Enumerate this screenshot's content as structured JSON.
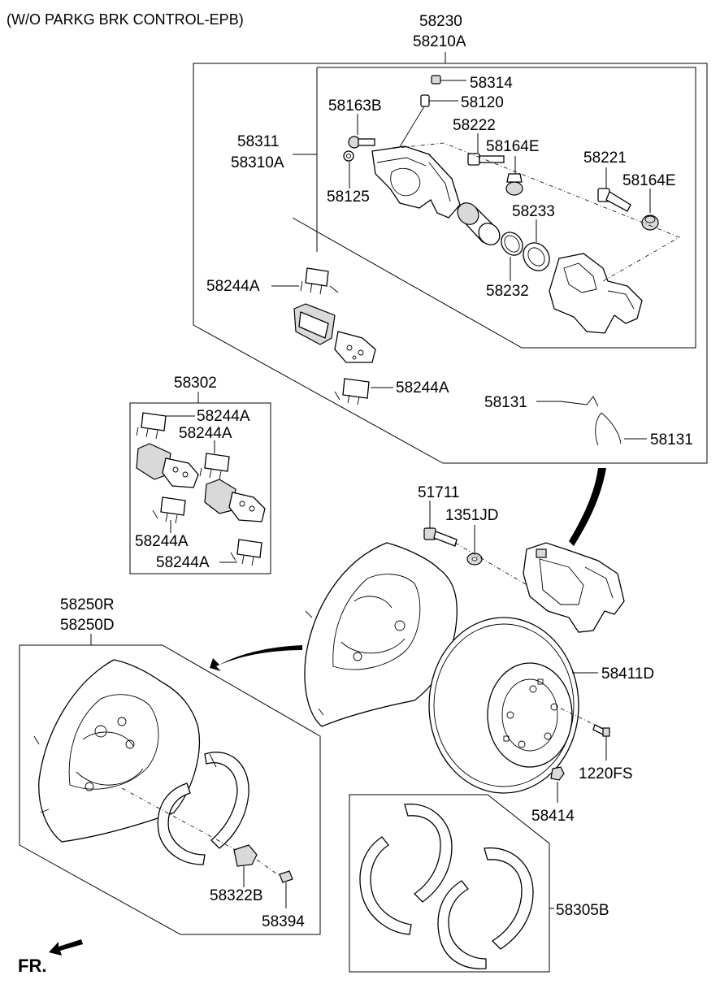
{
  "header": {
    "title": "(W/O PARKG BRK CONTROL-EPB)",
    "direction_label": "FR."
  },
  "callouts": {
    "c58230": "58230",
    "c58210A": "58210A",
    "c58314": "58314",
    "c58120": "58120",
    "c58163B": "58163B",
    "c58222": "58222",
    "c58164E_a": "58164E",
    "c58311": "58311",
    "c58310A": "58310A",
    "c58221": "58221",
    "c58164E_b": "58164E",
    "c58125": "58125",
    "c58233": "58233",
    "c58232": "58232",
    "c58244A_a": "58244A",
    "c58244A_b": "58244A",
    "c58302": "58302",
    "c58244A_c": "58244A",
    "c58244A_d": "58244A",
    "c58244A_e": "58244A",
    "c58244A_f": "58244A",
    "c58131_a": "58131",
    "c58131_b": "58131",
    "c51711": "51711",
    "c1351JD": "1351JD",
    "c58250R": "58250R",
    "c58250D": "58250D",
    "c58411D": "58411D",
    "c1220FS": "1220FS",
    "c58414": "58414",
    "c58322B": "58322B",
    "c58394": "58394",
    "c58305B": "58305B"
  }
}
